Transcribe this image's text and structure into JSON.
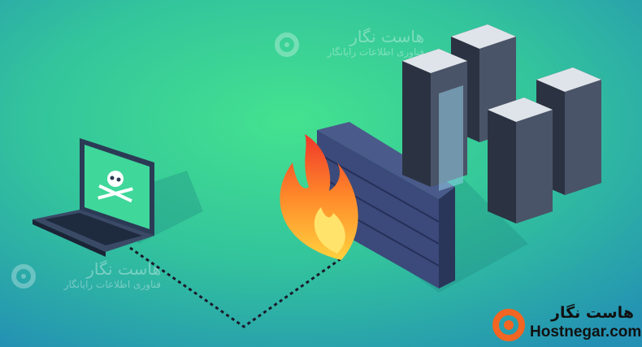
{
  "watermark_top": {
    "title": "هاست نگار",
    "subtitle": "فناوری اطلاعات رایانگار"
  },
  "watermark_left": {
    "title": "هاست نگار",
    "subtitle": "فناوری اطلاعات رایانگار"
  },
  "brand": {
    "name_fa": "هاست نگار",
    "name_en": "Hostnegar.com",
    "color": "#f26522"
  },
  "icons": [
    "skull-crossbones-icon",
    "fire-icon",
    "firewall-icon",
    "server-rack-icon",
    "laptop-icon",
    "cloud-icon"
  ]
}
